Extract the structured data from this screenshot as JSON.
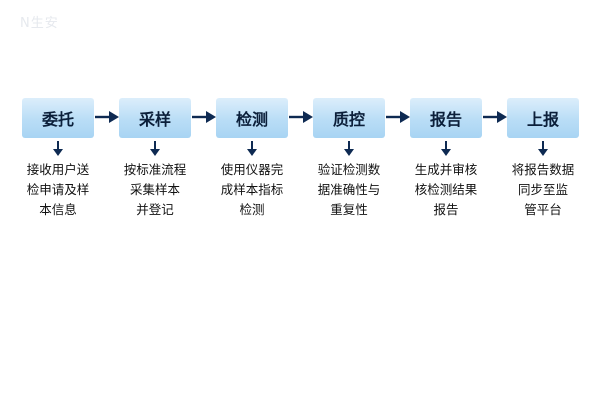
{
  "watermark": "N生安",
  "steps": [
    {
      "label": "委托",
      "desc": [
        "接收用户送",
        "检申请及样",
        "本信息"
      ]
    },
    {
      "label": "采样",
      "desc": [
        "按标准流程",
        "采集样本",
        "并登记"
      ]
    },
    {
      "label": "检测",
      "desc": [
        "使用仪器完",
        "成样本指标",
        "检测"
      ]
    },
    {
      "label": "质控",
      "desc": [
        "验证检测数",
        "据准确性与",
        "重复性"
      ]
    },
    {
      "label": "报告",
      "desc": [
        "生成并审核",
        "核检测结果",
        "报告"
      ]
    },
    {
      "label": "上报",
      "desc": [
        "将报告数据",
        "同步至监",
        "管平台"
      ]
    }
  ],
  "colors": {
    "box_top": "#dceefb",
    "box_bottom": "#a8d4f3",
    "arrow": "#0e2a52",
    "text": "#111111"
  }
}
